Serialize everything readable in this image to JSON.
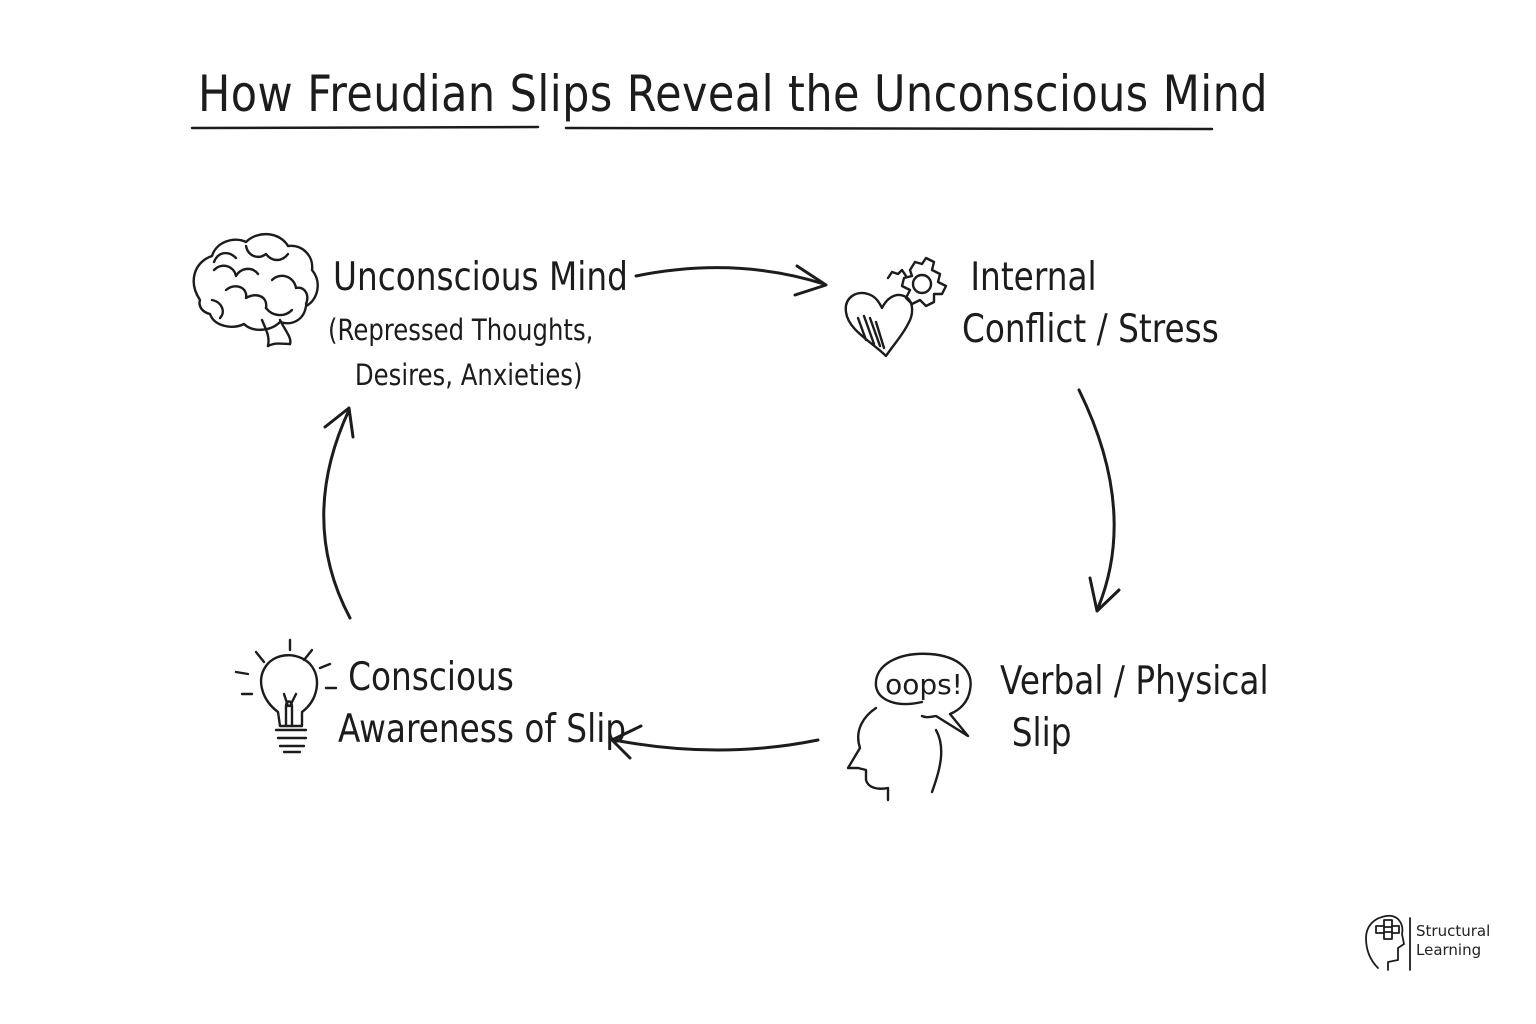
{
  "title": "How Freudian Slips Reveal the Unconscious Mind",
  "nodes": {
    "unconscious": {
      "label": "Unconscious Mind",
      "detail_line1": "(Repressed Thoughts,",
      "detail_line2": "Desires, Anxieties)",
      "icon": "brain-icon"
    },
    "conflict": {
      "line1": "Internal",
      "line2": "Conflict / Stress",
      "icon": "heart-gear-icon"
    },
    "slip": {
      "line1": "Verbal / Physical",
      "line2": "Slip",
      "speech": "oops!",
      "icon": "head-speech-bubble-icon"
    },
    "awareness": {
      "line1": "Conscious",
      "line2": "Awareness of Slip",
      "icon": "lightbulb-icon"
    }
  },
  "logo": {
    "line1": "Structural",
    "line2": "Learning"
  },
  "colors": {
    "ink": "#1c1c1c",
    "background": "#ffffff"
  }
}
